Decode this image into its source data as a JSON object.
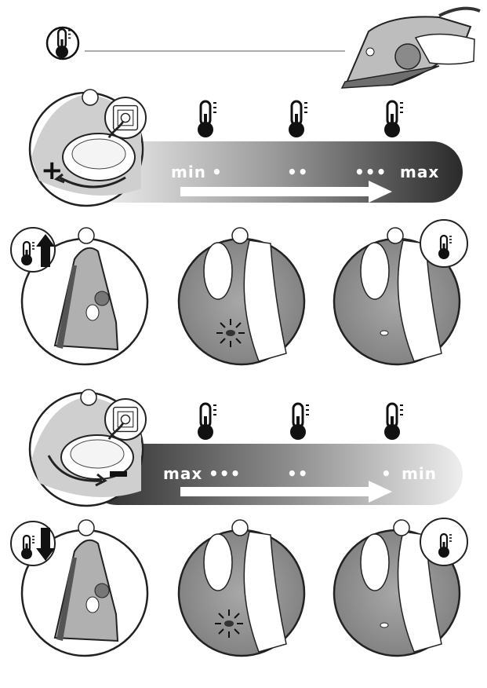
{
  "colors": {
    "dark": "#2a2a2a",
    "mid": "#8a8a8a",
    "light": "#e8e8e8",
    "accent": "#ffffff"
  },
  "header": {
    "icon": "thermometer-icon"
  },
  "band_heat_up": {
    "left_label": "min",
    "right_label": "max",
    "dots": [
      "•",
      "••",
      "•••"
    ],
    "direction_icon": "plus-icon"
  },
  "band_cool_down": {
    "left_label": "max",
    "right_label": "min",
    "dots": [
      "•••",
      "••",
      "•"
    ],
    "direction_icon": "minus-icon"
  },
  "step_icons": {
    "heat_up": "thermometer-up-arrow-icon",
    "cool_down": "thermometer-down-arrow-icon",
    "ready": "thermometer-icon",
    "plug": "power-plug-icon"
  }
}
